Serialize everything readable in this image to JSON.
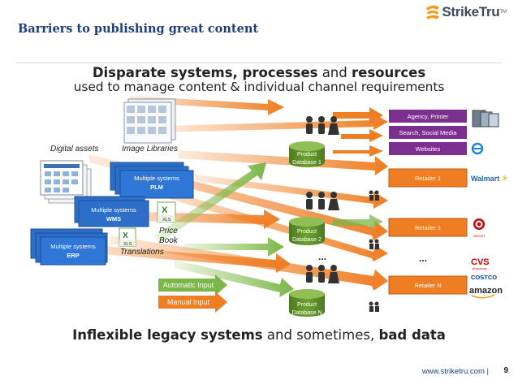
{
  "slide": {
    "title": "Barriers to publishing great content",
    "brand": "StrikeTru",
    "brand_tm": "TM",
    "url": "www.striketru.com |",
    "page_number": "9"
  },
  "heading": {
    "bold_part": "Disparate systems, processes",
    "and": " and ",
    "resources": "resources",
    "line2": "used to manage content & individual channel requirements"
  },
  "sources": {
    "digital_assets": "Digital assets",
    "image_libraries": "Image Libraries",
    "plm_l1": "Multiple systems",
    "plm_l2": "PLM",
    "wms_l1": "Multiple systems",
    "wms_l2": "WMS",
    "erp_l1": "Multiple systems",
    "erp_l2": "ERP",
    "xls": "XLS",
    "price_book_l1": "Price",
    "price_book_l2": "Book",
    "translations": "Translations"
  },
  "databases": [
    {
      "l1": "Product",
      "l2": "Database 1"
    },
    {
      "l1": "Product",
      "l2": "Database 2"
    },
    {
      "l1": "Product",
      "l2": "Database N"
    }
  ],
  "ellipsis": "...",
  "outputs": {
    "agency": "Agency, Printer",
    "search": "Search, Social Media",
    "websites": "Websites",
    "retailer1a": "Retailer 1",
    "retailer1b": "Retailer 1",
    "retailerN": "Retailer N"
  },
  "logos": {
    "walmart": "Walmart",
    "target": "TARGET",
    "cvs_l1": "CVS",
    "cvs_l2": "pharmacy",
    "costco": "COSTCO",
    "amazon": "amazon"
  },
  "legend": {
    "automatic": "Automatic Input",
    "manual": "Manual Input"
  },
  "footer": {
    "bold1": "Inflexible legacy systems",
    "normal": " and sometimes, ",
    "bold2": "bad data"
  },
  "colors": {
    "title": "#1f3f7a",
    "orange": "#ef7d22",
    "green": "#7ab648",
    "blue": "#2d6ec9",
    "purple": "#7b2f8e",
    "db_green": "#5e8f2a"
  }
}
